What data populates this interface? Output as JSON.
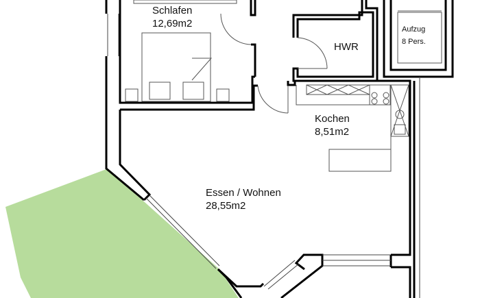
{
  "colors": {
    "garden": "#b7dc9c",
    "wall": "#000000",
    "furniture": "#555555"
  },
  "rooms": {
    "schlafen": {
      "name": "Schlafen",
      "area": "12,69m2"
    },
    "hwr": {
      "name": "HWR"
    },
    "aufzug": {
      "name": "Aufzug",
      "capacity": "8 Pers."
    },
    "kochen": {
      "name": "Kochen",
      "area": "8,51m2"
    },
    "wohnen": {
      "name": "Essen / Wohnen",
      "area": "28,55m2"
    }
  }
}
